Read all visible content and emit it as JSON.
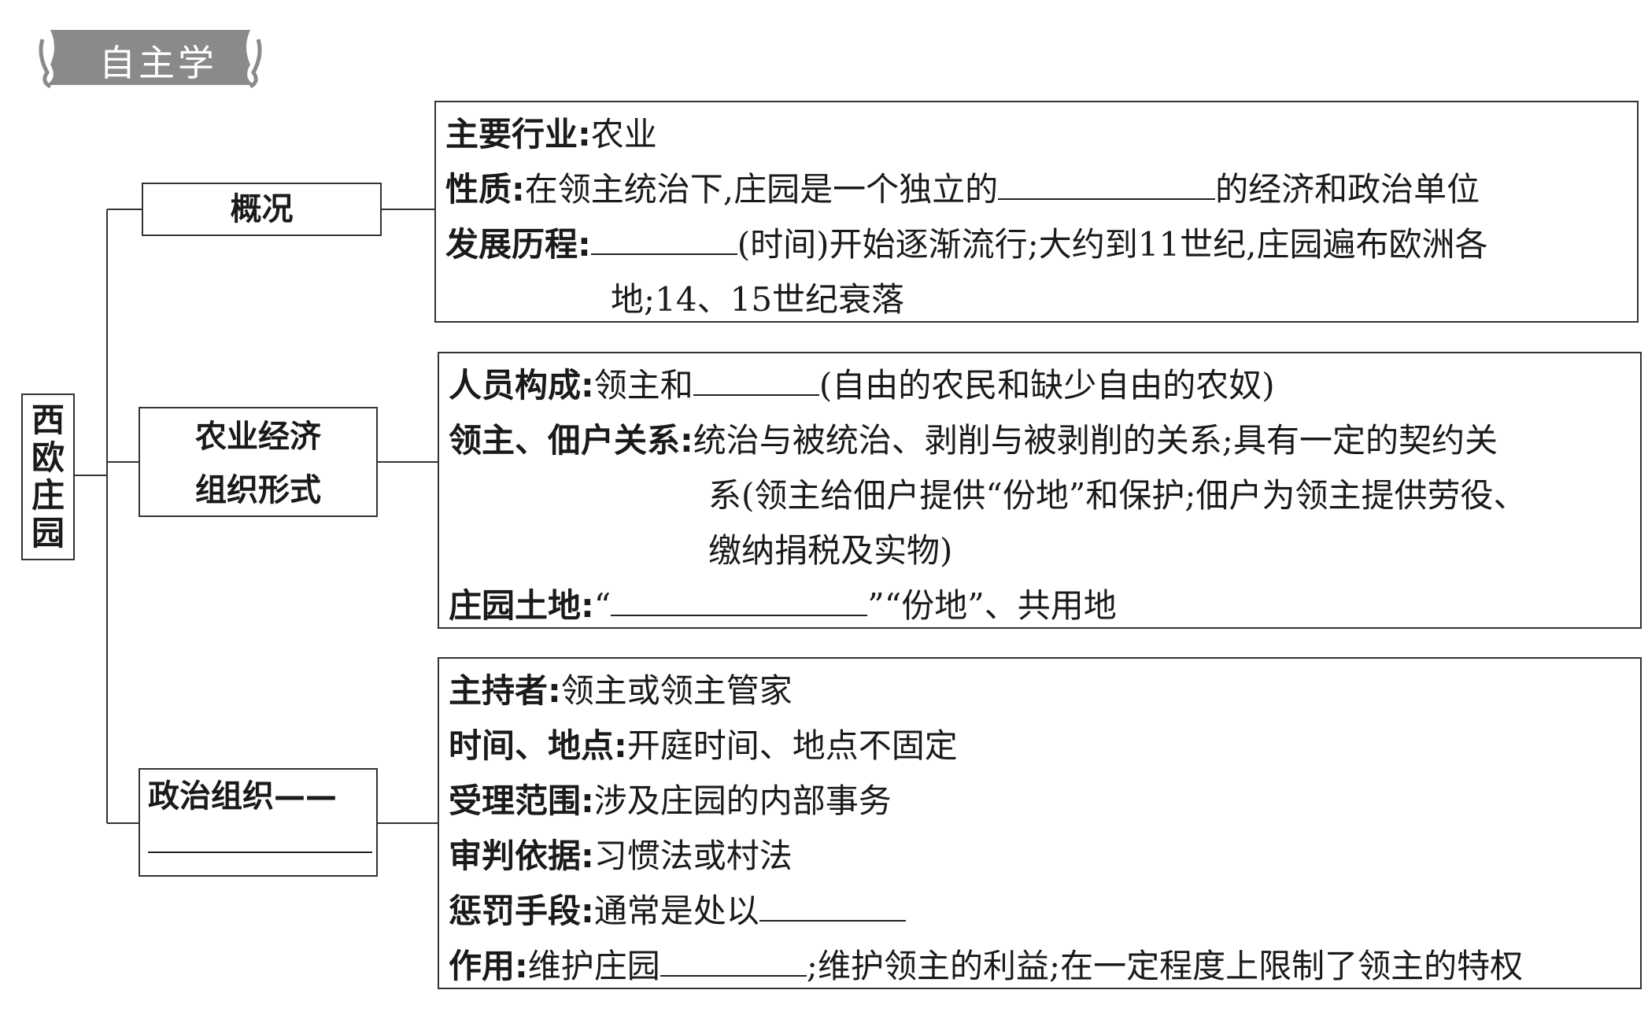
{
  "banner": {
    "title": "自主学习"
  },
  "root": {
    "chars": [
      "西",
      "欧",
      "庄",
      "园"
    ]
  },
  "overview": {
    "label": "概况",
    "items": {
      "industry": {
        "label": "主要行业:",
        "text": "农业"
      },
      "nature": {
        "label": "性质:",
        "before": "在领主统治下,庄园是一个独立的",
        "after": "的经济和政治单位"
      },
      "history": {
        "label": "发展历程:",
        "after": "(时间)开始逐渐流行;大约到11世纪,庄园遍布欧洲各",
        "cont": "地;14、15世纪衰落"
      }
    }
  },
  "economy": {
    "label_line1": "农业经济",
    "label_line2": "组织形式",
    "items": {
      "members": {
        "label": "人员构成:",
        "before": "领主和",
        "after": "(自由的农民和缺少自由的农奴)"
      },
      "relation": {
        "label": "领主、佃户关系:",
        "text": "统治与被统治、剥削与被剥削的关系;具有一定的契约关",
        "cont1": "系(领主给佃户提供“份地”和保护;佃户为领主提供劳役、",
        "cont2": "缴纳捐税及实物)"
      },
      "land": {
        "label": "庄园土地:",
        "before": "“",
        "after": "”“份地”、共用地"
      }
    }
  },
  "politics": {
    "label": "政治组织——",
    "items": {
      "host": {
        "label": "主持者:",
        "text": "领主或领主管家"
      },
      "time": {
        "label": "时间、地点:",
        "text": "开庭时间、地点不固定"
      },
      "scope": {
        "label": "受理范围:",
        "text": "涉及庄园的内部事务"
      },
      "basis": {
        "label": "审判依据:",
        "text": "习惯法或村法"
      },
      "penalty": {
        "label": "惩罚手段:",
        "text": "通常是处以"
      },
      "role": {
        "label": "作用:",
        "before": "维护庄园",
        "after": ";维护领主的利益;在一定程度上限制了领主的特权"
      }
    }
  },
  "colors": {
    "banner_fill": "#8a8a8a",
    "line": "#333333"
  }
}
